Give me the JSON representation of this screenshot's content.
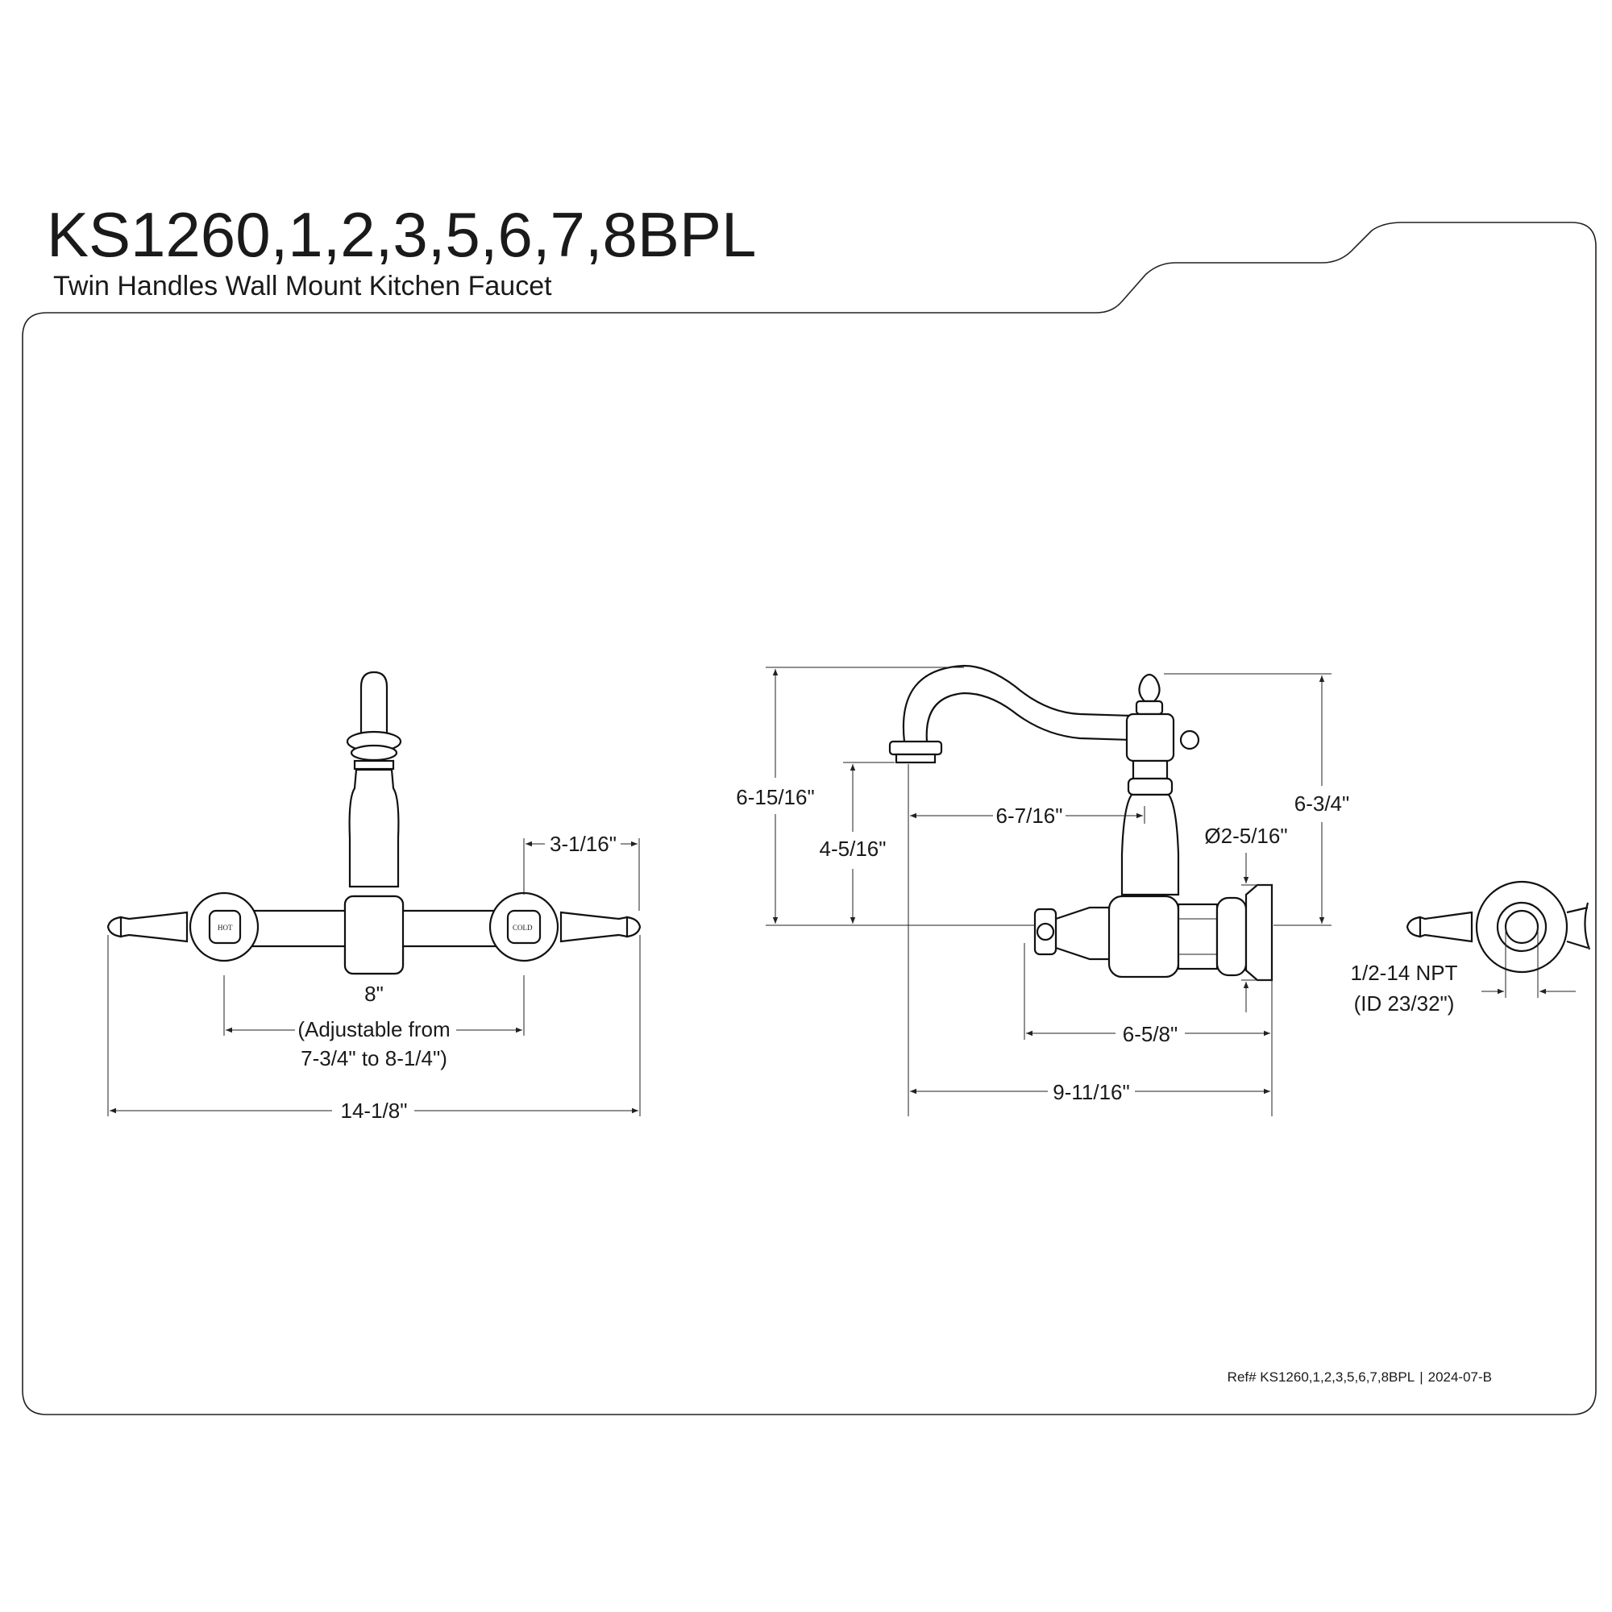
{
  "header": {
    "model": "KS1260,1,2,3,5,6,7,8BPL",
    "subtitle": "Twin Handles Wall Mount Kitchen Faucet"
  },
  "front_view": {
    "handle_labels": {
      "hot": "HOT",
      "cold": "COLD"
    },
    "dims": {
      "handle_offset": "3-1/16\"",
      "center_1": "8\"",
      "center_2": "(Adjustable from",
      "center_3": "7-3/4\" to 8-1/4\")",
      "overall_width": "14-1/8\""
    }
  },
  "side_view": {
    "dims": {
      "overall_height": "6-15/16\"",
      "spout_height": "4-5/16\"",
      "spout_reach_top": "6-7/16\"",
      "flange_dia": "Ø2-5/16\"",
      "height_right": "6-3/4\"",
      "body_depth": "6-5/8\"",
      "overall_depth": "9-11/16\""
    }
  },
  "detail_view": {
    "thread_1": "1/2-14 NPT",
    "thread_2": "(ID 23/32\")"
  },
  "footer": {
    "ref": "Ref# KS1260,1,2,3,5,6,7,8BPL",
    "revision": "2024-07-B"
  }
}
